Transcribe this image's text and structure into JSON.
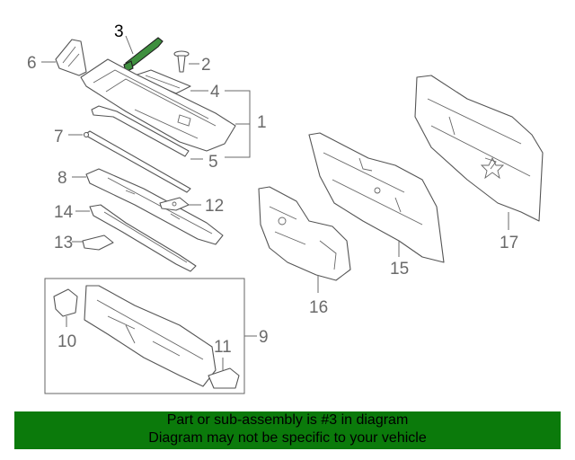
{
  "colors": {
    "highlight_part": "#3f8f3f",
    "banner_background": "#0b7a0b",
    "callout_text": "#6a6a6a",
    "line_art": "#555555"
  },
  "callouts": {
    "c1": "1",
    "c2": "2",
    "c3": "3",
    "c4": "4",
    "c5": "5",
    "c6": "6",
    "c7": "7",
    "c8": "8",
    "c9": "9",
    "c10": "10",
    "c11": "11",
    "c12": "12",
    "c13": "13",
    "c14": "14",
    "c15": "15",
    "c16": "16",
    "c17": "17"
  },
  "banner": {
    "line1": "Part or sub-assembly is #3 in diagram",
    "line2": "Diagram may not be specific to your vehicle"
  }
}
